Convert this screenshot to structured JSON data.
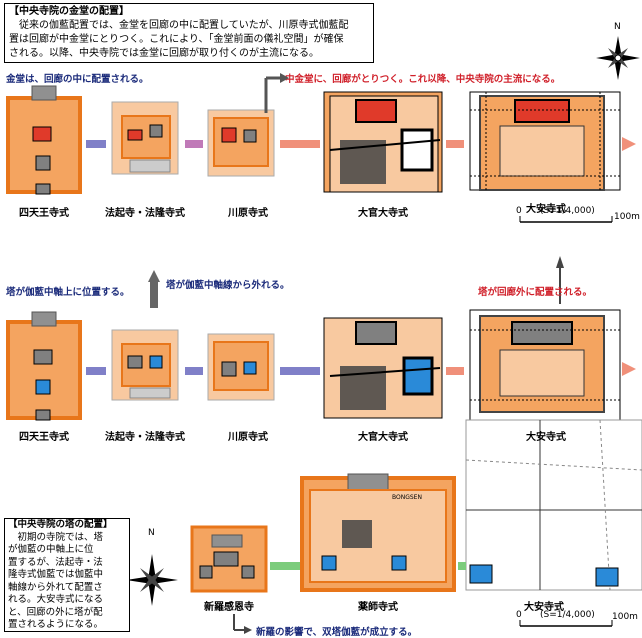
{
  "main_box": {
    "title": "【中央寺院の金堂の配置】",
    "lines": [
      "　従来の伽藍配置では、金堂を回廊の中に配置していたが、川原寺式伽藍配",
      "置は回廊が中金堂にとりつく。これにより、「金堂前面の儀礼空間」が確保",
      "される。以降、中央寺院では金堂に回廊が取り付くのが主流になる。"
    ]
  },
  "row1": {
    "caption_blue": "金堂は、回廊の中に配置される。",
    "caption_red": "中金堂に、回廊がとりつく。これ以降、中央寺院の主流になる。",
    "labels": [
      "四天王寺式",
      "法起寺・法隆寺式",
      "川原寺式",
      "大官大寺式",
      "大安寺式"
    ]
  },
  "scale1": {
    "zero": "0",
    "ratio": "(S=1/4,000)",
    "end": "100m"
  },
  "row2": {
    "caption_blue1": "塔が伽藍中軸上に位置する。",
    "caption_blue2": "塔が伽藍中軸線から外れる。",
    "caption_red": "塔が回廊外に配置される。",
    "labels": [
      "四天王寺式",
      "法起寺・法隆寺式",
      "川原寺式",
      "大官大寺式",
      "大安寺式"
    ]
  },
  "tower_box": {
    "title": "【中央寺院の塔の配置】",
    "lines": [
      "　初期の寺院では、塔",
      "が伽藍の中軸上に位",
      "置するが、法起寺・法",
      "隆寺式伽藍では伽藍中",
      "軸線から外れて配置さ",
      "れる。大安寺式になる",
      "と、回廊の外に塔が配",
      "置されるようになる。"
    ]
  },
  "row3": {
    "labels": [
      "新羅感恩寺",
      "薬師寺式",
      "大安寺式"
    ],
    "caption_blue": "新羅の影響で、双塔伽藍が成立する。",
    "inner_text": "BONGSEN"
  },
  "scale2": {
    "zero": "0",
    "ratio": "(S=1/4,000)",
    "end": "100m"
  },
  "compass": {
    "north": "N"
  },
  "colors": {
    "orange": "#f4a460",
    "deep_orange": "#e8761a",
    "red": "#e03a2a",
    "blue": "#2a8ad8",
    "gray": "#808080",
    "purple_arrow": "#8080c8",
    "salmon_arrow": "#f0907a",
    "green_arrow": "#7ccc7c"
  }
}
